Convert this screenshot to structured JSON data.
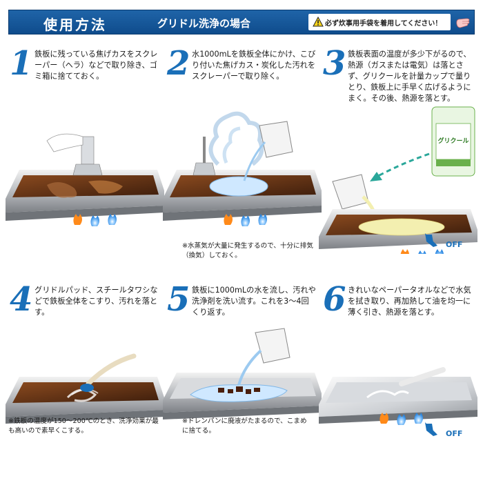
{
  "header": {
    "title": "使用方法",
    "subtitle": "グリドル洗浄の場合",
    "warning": "必ず炊事用手袋を着用してください！"
  },
  "steps": [
    {
      "number": "1",
      "text": "鉄板に残っている焦げカスをスクレーパー（ヘラ）などで取り除き、ゴミ箱に捨てておく。",
      "note": ""
    },
    {
      "number": "2",
      "text": "水1000mLを鉄板全体にかけ、こびり付いた焦げカス・炭化した汚れをスクレーパーで取り除く。",
      "note": "※水蒸気が大量に発生するので、十分に排気（換気）しておく。"
    },
    {
      "number": "3",
      "text": "鉄板表面の温度が多少下がるので、熱源（ガスまたは電気）は落とさず、グリクールを計量カップで量りとり、鉄板上に手早く広げるようにまく。その後、熱源を落とす。",
      "note": "",
      "off_label": "OFF",
      "product_label": "グリクール"
    },
    {
      "number": "4",
      "text": "グリドルパッド、スチールタワシなどで鉄板全体をこすり、汚れを落とす。",
      "note": "※鉄板の温度が150～200℃のとき、洗浄効果が最も高いので素早くこする。"
    },
    {
      "number": "5",
      "text": "鉄板に1000mLの水を流し、汚れや洗浄剤を洗い流す。これを3～4回くり返す。",
      "note": "※ドレンパンに廃液がたまるので、こまめに捨てる。"
    },
    {
      "number": "6",
      "text": "きれいなペーパータオルなどで水気を拭き取り、再加熱して油を均一に薄く引き、熱源を落とす。",
      "note": "",
      "off_label": "OFF"
    }
  ],
  "colors": {
    "header_blue": "#1f64a8",
    "step_number_blue": "#1a6fb8",
    "grime_brown": "#5a2c12",
    "flame_orange": "#ff8a1a",
    "flame_blue": "#4aa6ff",
    "detergent_cream": "#f3efb0",
    "bottle_green": "#6ab04c"
  },
  "icons": [
    "warning-icon",
    "glove-icon",
    "off-arrow-icon"
  ]
}
